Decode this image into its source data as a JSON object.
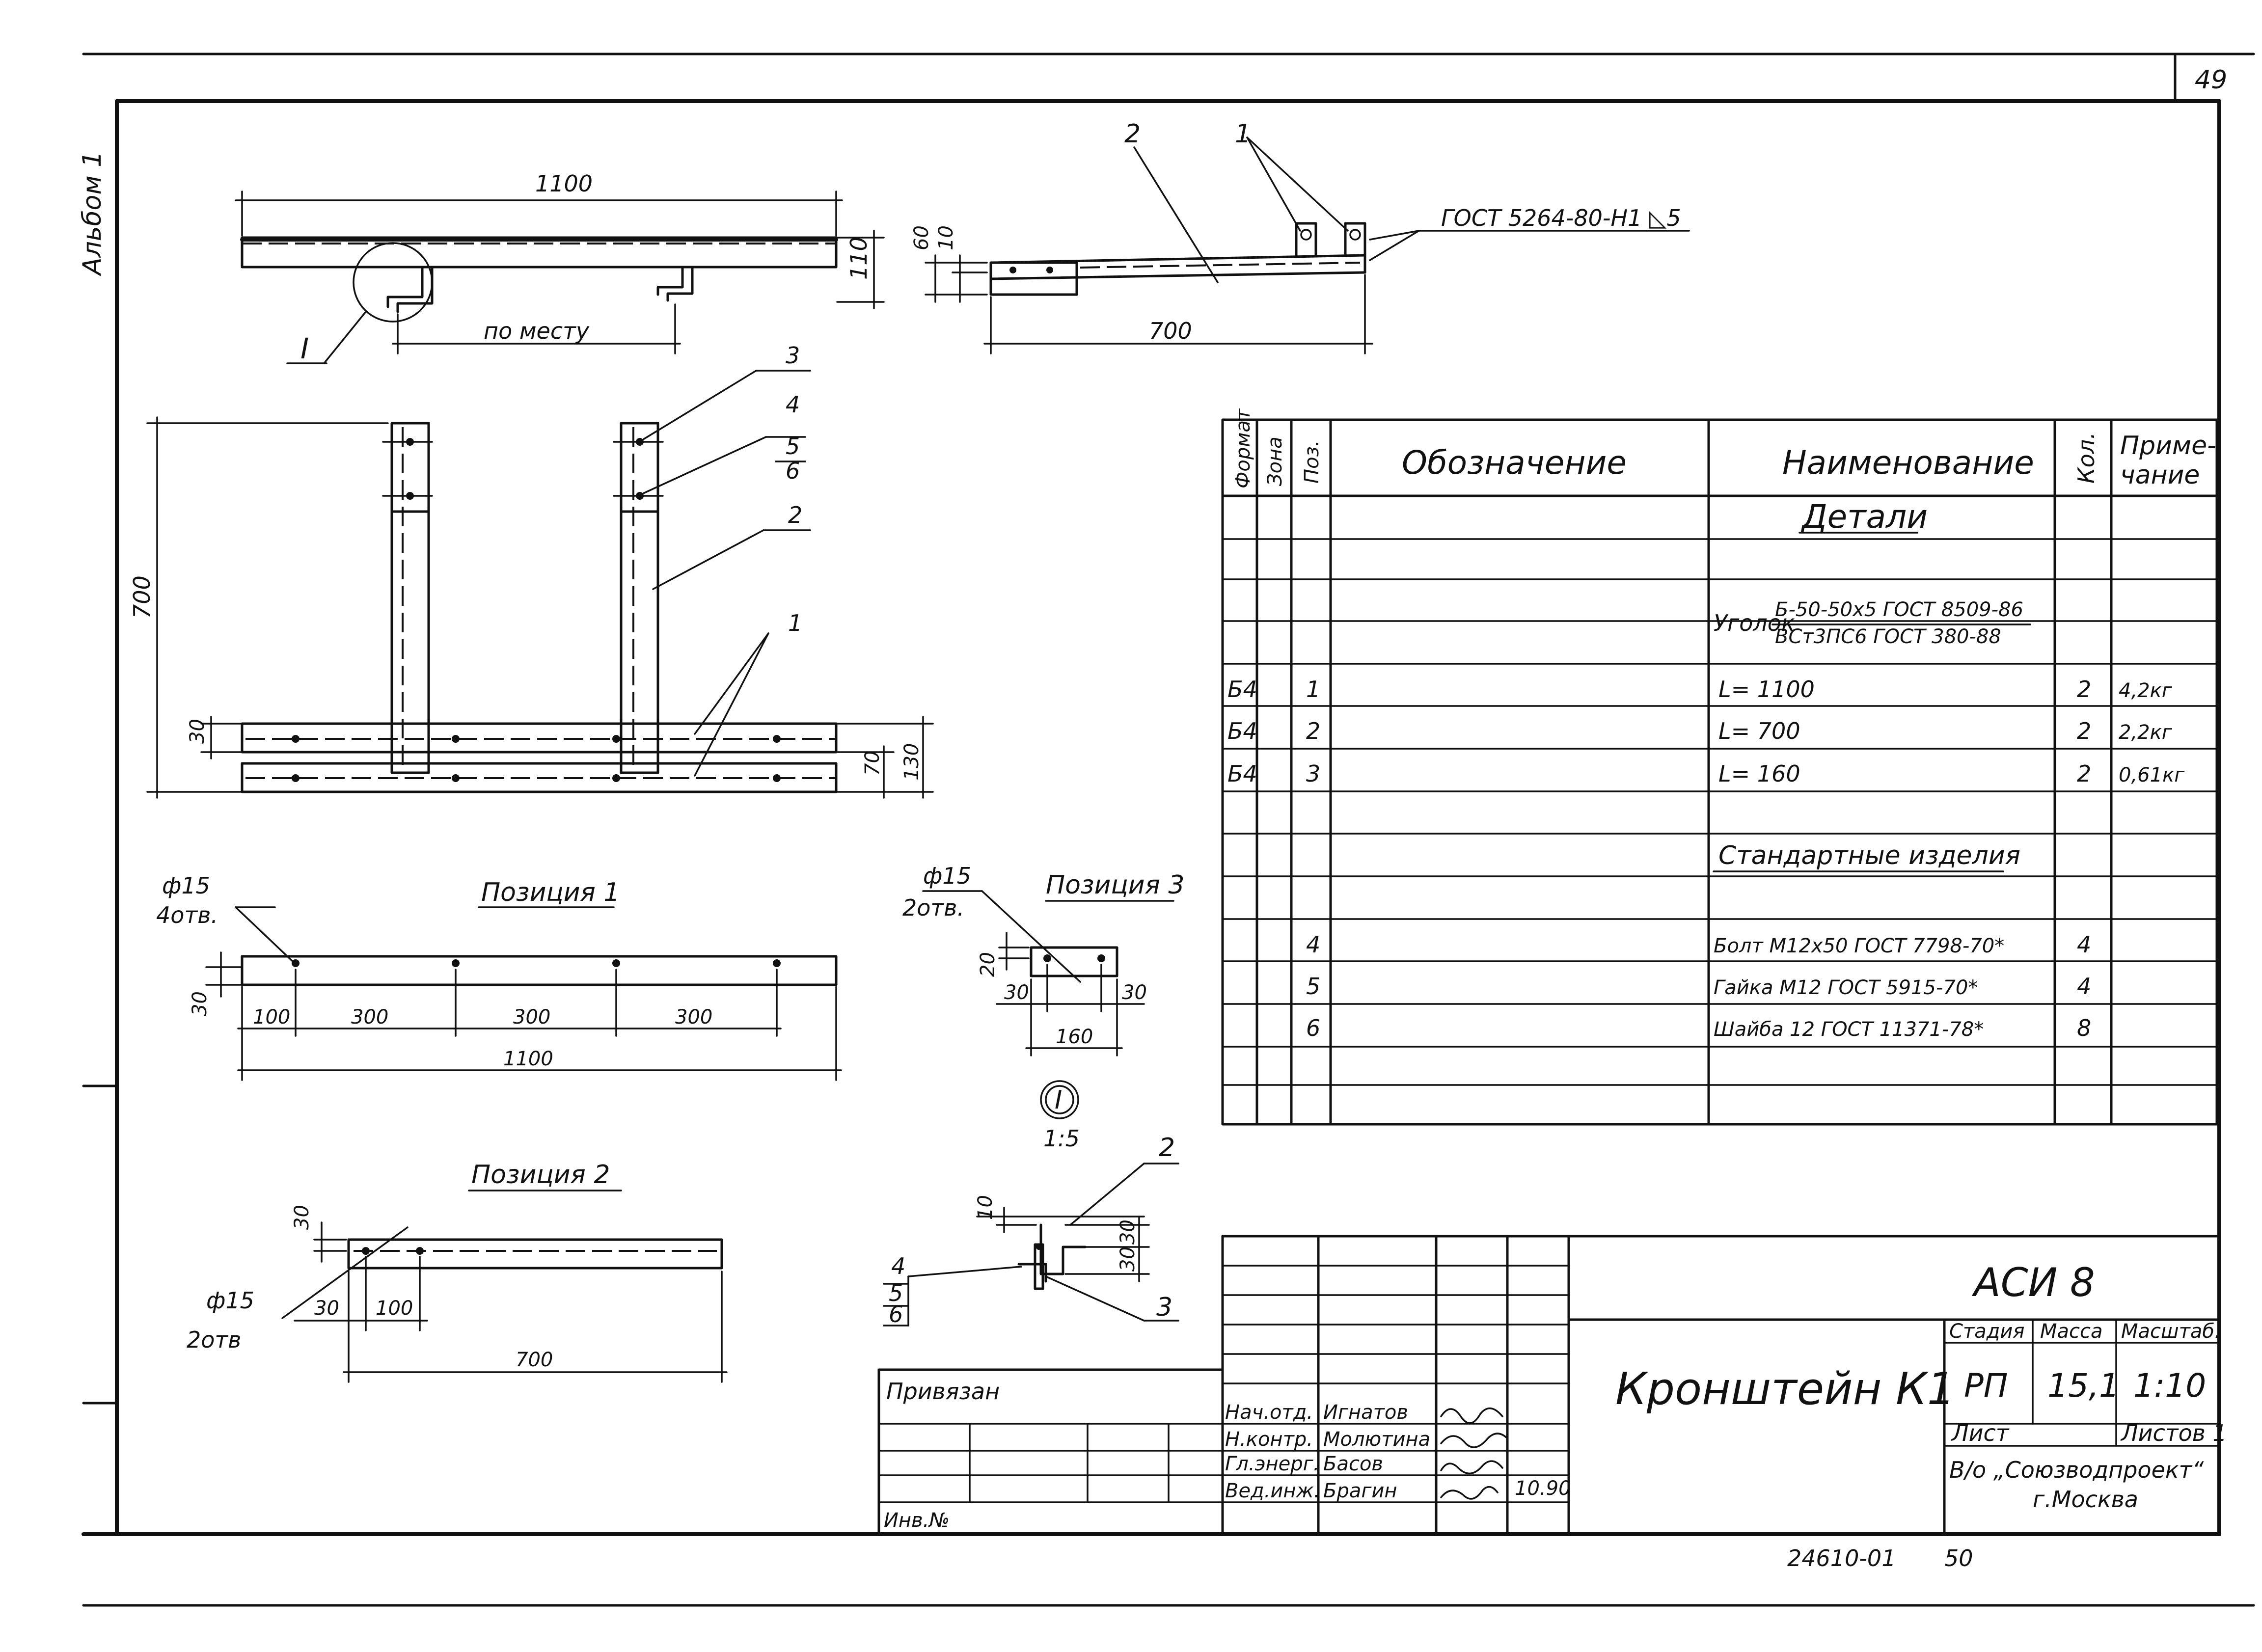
{
  "sheet": {
    "page_number": "49",
    "album": "Альбом 1",
    "bottom_code": "24610-01",
    "bottom_page": "50"
  },
  "view_top": {
    "dim_length": "1100",
    "dim_place": "по месту",
    "dim_height": "110",
    "detail_callout": "I"
  },
  "view_side": {
    "weld_note": "ГОСТ 5264-80-Н1 ◺5",
    "pos_a": "2",
    "pos_b": "1",
    "dim_60": "60",
    "dim_10": "10",
    "dim_700": "700"
  },
  "view_plan": {
    "dim_700": "700",
    "dim_30": "30",
    "dim_70": "70",
    "dim_130": "130",
    "pos_3": "3",
    "pos_4": "4",
    "pos_5": "5",
    "pos_6": "6",
    "pos_2": "2",
    "pos_1": "1"
  },
  "position1": {
    "title": "Позиция 1",
    "hole_dia": "ф15",
    "hole_count": "4отв.",
    "dim_30": "30",
    "dim_100": "100",
    "dim_300a": "300",
    "dim_300b": "300",
    "dim_300c": "300",
    "dim_total": "1100"
  },
  "position2": {
    "title": "Позиция 2",
    "hole_dia": "ф15",
    "hole_count": "2отв",
    "dim_30v": "30",
    "dim_30h": "30",
    "dim_100": "100",
    "dim_total": "700"
  },
  "position3": {
    "title": "Позиция 3",
    "hole_dia": "ф15",
    "hole_count": "2отв.",
    "dim_20": "20",
    "dim_30l": "30",
    "dim_30r": "30",
    "dim_total": "160"
  },
  "detail1": {
    "callout": "I",
    "scale": "1:5",
    "dim_10": "10",
    "dim_30a": "30",
    "dim_30b": "30",
    "pos_2": "2",
    "pos_3": "3",
    "pos_4": "4",
    "pos_5": "5",
    "pos_6": "6"
  },
  "spec_table": {
    "headers": {
      "format": "Формат",
      "zone": "Зона",
      "pos": "Поз.",
      "designation": "Обозначение",
      "name": "Наименование",
      "qty": "Кол.",
      "note1": "Приме-",
      "note2": "чание"
    },
    "section_details": "Детали",
    "ugolok_label": "Уголок",
    "ugolok_top": "Б-50-50х5 ГОСТ 8509-86",
    "ugolok_bottom": "ВСт3ПС6 ГОСТ 380-88",
    "rows": [
      {
        "format": "Б4",
        "pos": "1",
        "name": "L= 1100",
        "qty": "2",
        "note": "4,2кг"
      },
      {
        "format": "Б4",
        "pos": "2",
        "name": "L= 700",
        "qty": "2",
        "note": "2,2кг"
      },
      {
        "format": "Б4",
        "pos": "3",
        "name": "L= 160",
        "qty": "2",
        "note": "0,61кг"
      }
    ],
    "section_standard": "Стандартные изделия",
    "std_rows": [
      {
        "pos": "4",
        "name": "Болт М12х50 ГОСТ 7798-70*",
        "qty": "4"
      },
      {
        "pos": "5",
        "name": "Гайка М12 ГОСТ 5915-70*",
        "qty": "4"
      },
      {
        "pos": "6",
        "name": "Шайба 12 ГОСТ 11371-78*",
        "qty": "8"
      }
    ]
  },
  "title_block": {
    "code": "АСИ 8",
    "title": "Кронштейн К1",
    "stage_label": "Стадия",
    "mass_label": "Масса",
    "scale_label": "Масштаб.",
    "stage": "РП",
    "mass": "15,1",
    "scale": "1:10",
    "sheet_label": "Лист",
    "sheets_label": "Листов 1",
    "org_line1": "В/о „Союзводпроект“",
    "org_line2": "г.Москва",
    "privyazan": "Привязан",
    "inv": "Инв.№",
    "date": "10.90",
    "signers": [
      {
        "role": "Нач.отд.",
        "name": "Игнатов"
      },
      {
        "role": "Н.контр.",
        "name": "Молютина"
      },
      {
        "role": "Гл.энерг.",
        "name": "Басов"
      },
      {
        "role": "Вед.инж.",
        "name": "Брагин"
      }
    ]
  }
}
